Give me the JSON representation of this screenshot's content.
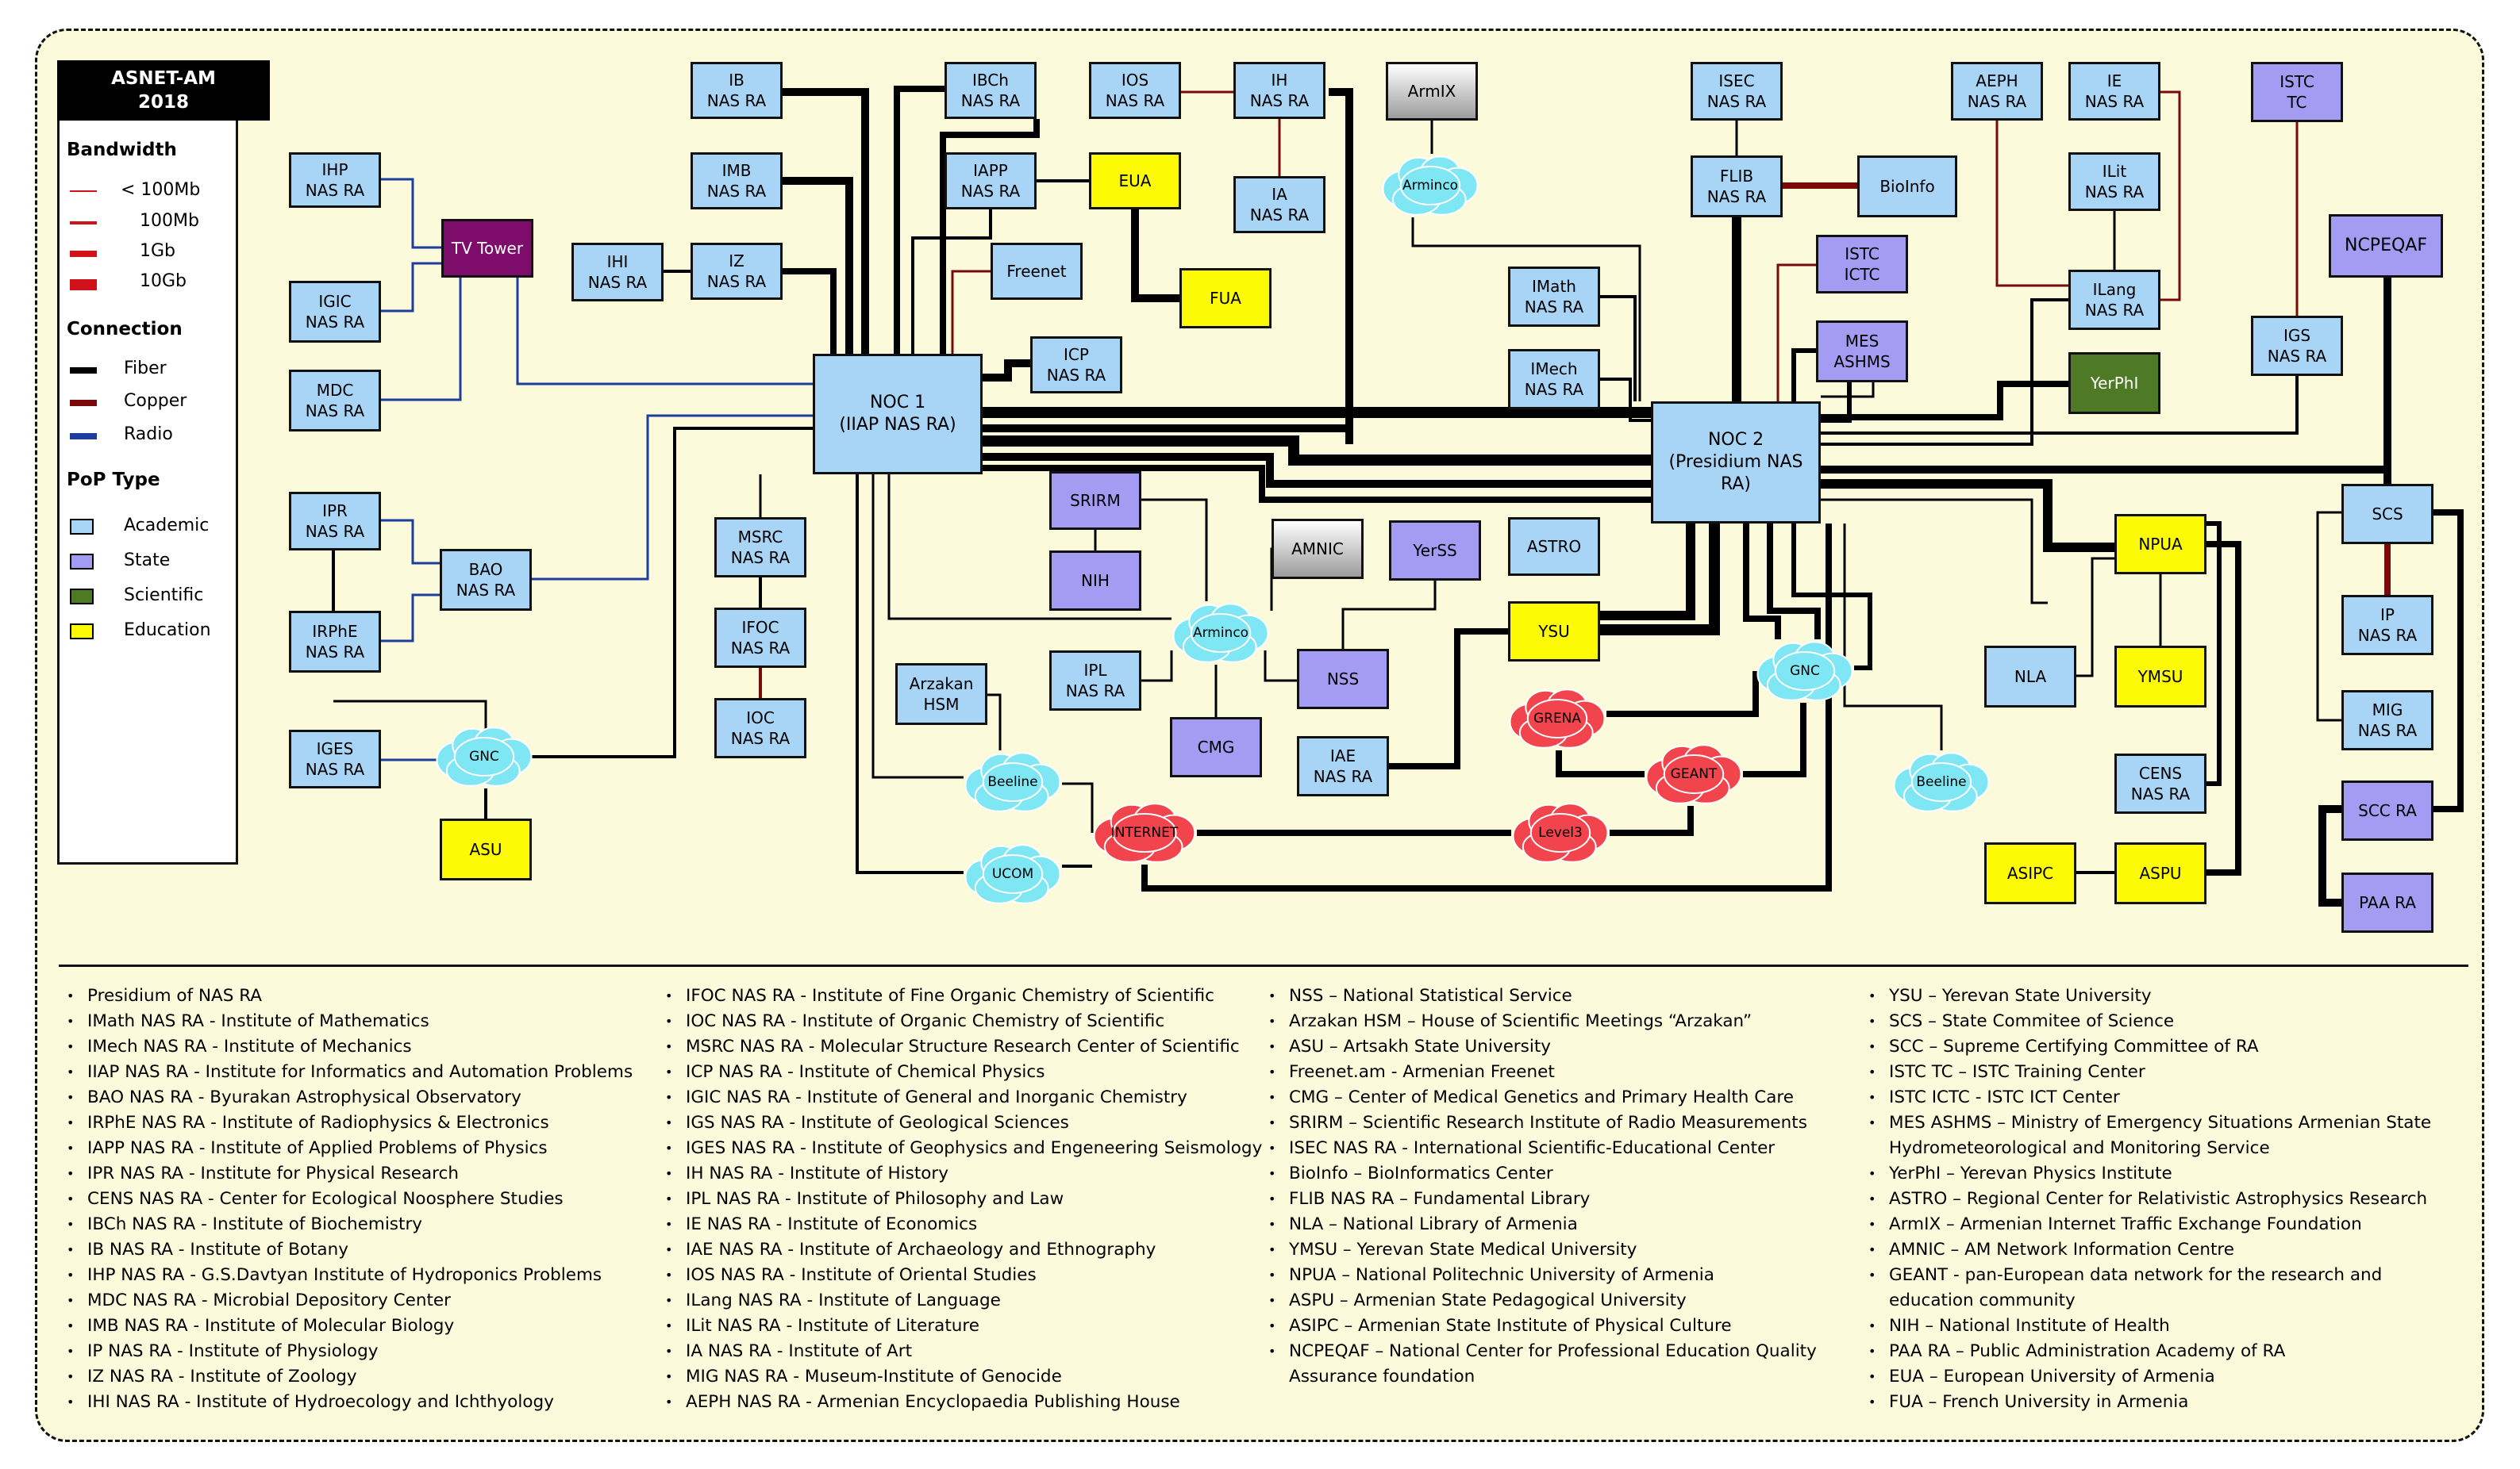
{
  "legend": {
    "title": "ASNET-AM",
    "year": "2018",
    "bandwidth_heading": "Bandwidth",
    "bandwidth": [
      "< 100Mb",
      "100Mb",
      "1Gb",
      "10Gb"
    ],
    "connection_heading": "Connection",
    "connections": [
      {
        "label": "Fiber",
        "color": "#000000"
      },
      {
        "label": "Copper",
        "color": "#7a0a0a"
      },
      {
        "label": "Radio",
        "color": "#1e3e9e"
      }
    ],
    "pop_heading": "PoP Type",
    "pop_types": [
      {
        "label": "Academic",
        "color": "#a8d4f5"
      },
      {
        "label": "State",
        "color": "#a49bf2"
      },
      {
        "label": "Scientific",
        "color": "#4e7a26"
      },
      {
        "label": "Education",
        "color": "#fdfa06"
      }
    ],
    "bandwidth_color": "#d0121b"
  },
  "nodes": {
    "ihp": "IHP\nNAS RA",
    "igic": "IGIC\nNAS RA",
    "mdc": "MDC\nNAS RA",
    "tv": "TV Tower",
    "ihi": "IHI\nNAS RA",
    "ib": "IB\nNAS RA",
    "imb": "IMB\nNAS RA",
    "iz": "IZ\nNAS RA",
    "ibch": "IBCh\nNAS RA",
    "iapp": "IAPP\nNAS RA",
    "ios": "IOS\nNAS RA",
    "ih": "IH\nNAS RA",
    "eua": "EUA",
    "ia": "IA\nNAS RA",
    "fua": "FUA",
    "armix": "ArmIX",
    "freenet": "Freenet",
    "icp": "ICP\nNAS RA",
    "noc1": "NOC 1\n(IIAP NAS RA)",
    "ipr": "IPR\nNAS RA",
    "bao": "BAO\nNAS RA",
    "irphe": "IRPhE\nNAS RA",
    "iges": "IGES\nNAS RA",
    "asu": "ASU",
    "msrc": "MSRC\nNAS RA",
    "ifoc": "IFOC\nNAS RA",
    "ioc": "IOC\nNAS RA",
    "srirm": "SRIRM",
    "nih": "NIH",
    "amnic": "AMNIC",
    "yerss": "YerSS",
    "arzakan": "Arzakan\nHSM",
    "ipl": "IPL\nNAS RA",
    "cmg": "CMG",
    "nss": "NSS",
    "isec": "ISEC\nNAS RA",
    "flib": "FLIB\nNAS RA",
    "bioinfo": "BioInfo",
    "istc_ictc": "ISTC\nICTC",
    "imath": "IMath\nNAS RA",
    "imech": "IMech\nNAS RA",
    "mes": "MES\nASHMS",
    "noc2": "NOC 2\n(Presidium NAS RA)",
    "astro": "ASTRO",
    "ysu": "YSU",
    "iae": "IAE\nNAS RA",
    "aeph": "AEPH\nNAS RA",
    "ie": "IE\nNAS RA",
    "ilit": "ILit\nNAS RA",
    "ilang": "ILang\nNAS RA",
    "yerphi": "YerPhI",
    "istc_tc": "ISTC\nTC",
    "ncpeqaf": "NCPEQAF",
    "igs": "IGS\nNAS RA",
    "scs": "SCS",
    "npua": "NPUA",
    "nla": "NLA",
    "ymsu": "YMSU",
    "ip": "IP\nNAS RA",
    "mig": "MIG\nNAS RA",
    "cens": "CENS\nNAS RA",
    "asipc": "ASIPC",
    "aspu": "ASPU",
    "scc": "SCC RA",
    "paa": "PAA RA"
  },
  "clouds": {
    "arminco_top": "Arminco",
    "gnc_left": "GNC",
    "arminco_mid": "Arminco",
    "beeline_left": "Beeline",
    "ucom": "UCOM",
    "internet": "INTERNET",
    "grena": "GRENA",
    "geant": "GEANT",
    "level3": "Level3",
    "gnc_right": "GNC",
    "beeline_right": "Beeline"
  },
  "glossary": [
    [
      "Presidium of NAS RA",
      "IMath NAS RA - Institute of Mathematics",
      "IMech NAS RA - Institute of Mechanics",
      "IIAP NAS RA - Institute for Informatics and Automation Problems",
      "BAO NAS RA - Byurakan Astrophysical Observatory",
      "IRPhE NAS RA - Institute of Radiophysics & Electronics",
      "IAPP NAS RA - Institute of Applied Problems of Physics",
      "IPR NAS RA - Institute for Physical Research",
      "CENS NAS RA - Center for Ecological Noosphere Studies",
      "IBCh NAS RA - Institute of Biochemistry",
      "IB NAS RA - Institute of Botany",
      "IHP NAS RA - G.S.Davtyan Institute of Hydroponics Problems",
      "MDC NAS RA - Microbial Depository Center",
      "IMB NAS RA - Institute of Molecular Biology",
      "IP NAS RA - Institute of Physiology",
      "IZ NAS RA - Institute of Zoology",
      "IHI NAS RA - Institute of Hydroecology and Ichthyology"
    ],
    [
      "IFOC NAS RA - Institute of Fine Organic Chemistry of Scientific",
      "IOC NAS RA - Institute of Organic Chemistry of Scientific",
      "MSRC NAS RA - Molecular Structure Research Center of Scientific",
      "ICP NAS RA - Institute of Chemical Physics",
      "IGIC NAS RA - Institute of General and Inorganic Chemistry",
      "IGS NAS RA - Institute of Geological Sciences",
      "IGES NAS RA - Institute of Geophysics and Engeneering Seismology",
      "IH NAS RA - Institute of History",
      "IPL NAS RA - Institute of Philosophy and Law",
      "IE NAS RA - Institute of Economics",
      "IAE NAS RA - Institute of Archaeology and Ethnography",
      "IOS NAS RA - Institute of Oriental Studies",
      "ILang NAS RA - Institute of Language",
      "ILit NAS RA - Institute of Literature",
      "IA NAS RA - Institute of Art",
      "MIG NAS RA - Museum-Institute of Genocide",
      "AEPH NAS RA - Armenian Encyclopaedia Publishing House"
    ],
    [
      "NSS – National Statistical Service",
      "Arzakan HSM – House of Scientific Meetings “Arzakan”",
      "ASU – Artsakh State University",
      "Freenet.am - Armenian Freenet",
      "CMG – Center of Medical Genetics and Primary Health Care",
      "SRIRM – Scientific Research Institute of Radio Measurements",
      "ISEC NAS RA - International Scientific-Educational Center",
      "BioInfo – BioInformatics Center",
      "FLIB NAS RA – Fundamental Library",
      "NLA – National Library of Armenia",
      "YMSU – Yerevan State Medical University",
      "NPUA – National Politechnic University of Armenia",
      "ASPU – Armenian State Pedagogical University",
      "ASIPC – Armenian State Institute of Physical Culture",
      "NCPEQAF – National Center for Professional Education Quality\nAssurance foundation"
    ],
    [
      "YSU – Yerevan State University",
      "SCS – State Commitee of Science",
      "SCC – Supreme Certifying Committee of RA",
      "ISTC TC – ISTC Training Center",
      "ISTC ICTC  - ISTC ICT Center",
      "MES ASHMS – Ministry of Emergency Situations Armenian State\nHydrometeorological and Monitoring Service",
      "YerPhI – Yerevan Physics Institute",
      "ASTRO – Regional Center for Relativistic Astrophysics Research",
      "ArmIX – Armenian Internet Traffic Exchange Foundation",
      "AMNIC – AM Network Information Centre",
      "GEANT - pan-European data network for the research and\neducation community",
      "NIH – National Institute of Health",
      "PAA RA – Public Administration Academy of RA",
      "EUA – European University of Armenia",
      "FUA – French University in Armenia"
    ]
  ]
}
